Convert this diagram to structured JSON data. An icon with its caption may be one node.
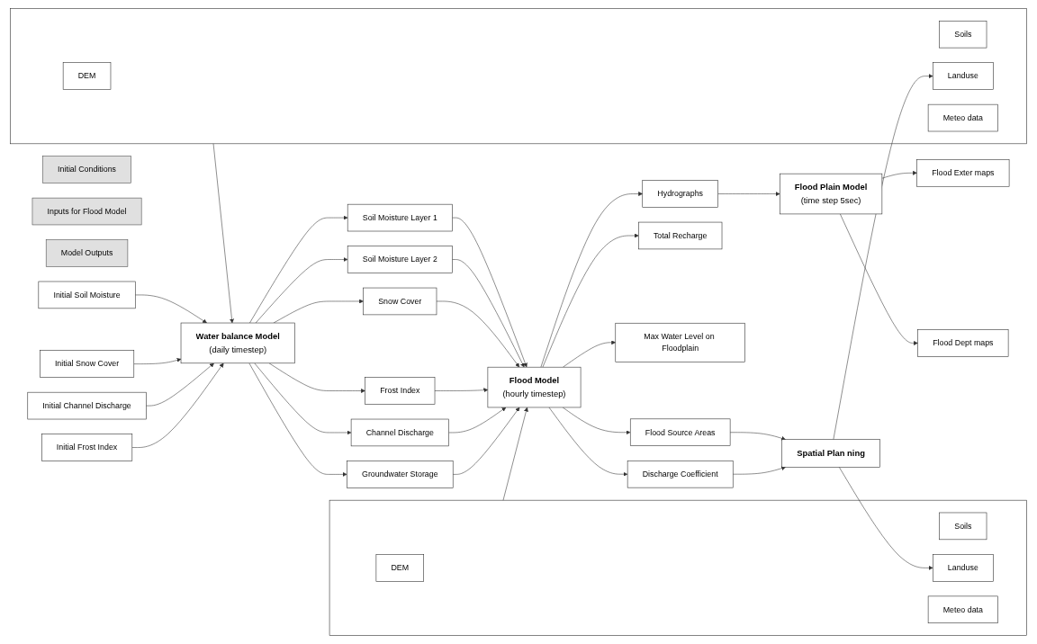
{
  "diagram": {
    "nodes": [
      {
        "text": [
          "Initial Conditions"
        ]
      },
      {
        "text": [
          "Inputs for Flood Model"
        ]
      },
      {
        "text": [
          "Model Outputs"
        ]
      },
      {
        "text": [
          "Initial Soil Moisture"
        ]
      },
      {
        "text": [
          "Initial Snow Cover"
        ]
      },
      {
        "text": [
          "Initial Channel Discharge"
        ]
      },
      {
        "text": [
          "Initial Frost Index"
        ]
      },
      {
        "text": [
          "Water balance Model",
          "(daily timestep)"
        ]
      },
      {
        "text": [],
        "shape": "box"
      },
      {
        "text": [
          "DEM"
        ],
        "in": 8
      },
      {
        "text": [
          "Soils"
        ],
        "in": 8
      },
      {
        "text": [
          "Landuse"
        ],
        "in": 8
      },
      {
        "text": [
          "Meteo data"
        ],
        "in": 8
      },
      {
        "text": [
          "Soil Moisture Layer 1"
        ]
      },
      {
        "text": [
          "Soil Moisture Layer 2"
        ]
      },
      {
        "text": [
          "Snow Cover"
        ]
      },
      {
        "text": [
          "Frost Index"
        ]
      },
      {
        "text": [
          "Channel Discharge"
        ]
      },
      {
        "text": [
          "Groundwater Storage"
        ]
      },
      {
        "text": [
          "Flood Model",
          "(hourly timestep)"
        ]
      },
      {
        "text": [],
        "shape": "box"
      },
      {
        "text": [
          "DEM"
        ],
        "in": 20
      },
      {
        "text": [
          "Soils"
        ],
        "in": 20
      },
      {
        "text": [
          "Landuse"
        ],
        "in": 20
      },
      {
        "text": [
          "Meteo data"
        ],
        "in": 20
      },
      {
        "text": [
          "Hydrographs"
        ]
      },
      {
        "text": [
          "Total Recharge"
        ]
      },
      {
        "text": [
          "Max Water Level on Floodplain"
        ]
      },
      {
        "text": [
          "Flood Source Areas"
        ]
      },
      {
        "text": [
          "Discharge Coefficient"
        ]
      },
      {
        "text": [
          "Flood Plain Model",
          "(time step 5sec)"
        ]
      },
      {
        "text": [
          "Spatial Plan ning"
        ]
      },
      {
        "text": [
          "Flood Exter maps"
        ]
      },
      {
        "text": [
          "Flood Dept maps"
        ]
      }
    ],
    "edges": [
      {
        "from": 3,
        "to": 7,
        "arrow": "to"
      },
      {
        "from": 4,
        "to": 7,
        "arrow": "to"
      },
      {
        "from": 5,
        "to": 7,
        "arrow": "to"
      },
      {
        "from": 6,
        "to": 7,
        "arrow": "to"
      },
      {
        "from": 8,
        "to": 7,
        "arrow": "to"
      },
      {
        "from": 7,
        "to": 13,
        "arrow": "to"
      },
      {
        "from": 7,
        "to": 14,
        "arrow": "to"
      },
      {
        "from": 7,
        "to": 15,
        "arrow": "to"
      },
      {
        "from": 7,
        "to": 16,
        "arrow": "to"
      },
      {
        "from": 7,
        "to": 17,
        "arrow": "to"
      },
      {
        "from": 7,
        "to": 18,
        "arrow": "to"
      },
      {
        "from": 13,
        "to": 19,
        "arrow": "to"
      },
      {
        "from": 14,
        "to": 19,
        "arrow": "to"
      },
      {
        "from": 15,
        "to": 19,
        "arrow": "to"
      },
      {
        "from": 16,
        "to": 19,
        "arrow": "to"
      },
      {
        "from": 17,
        "to": 19,
        "arrow": "to"
      },
      {
        "from": 18,
        "to": 19,
        "arrow": "to"
      },
      {
        "from": 20,
        "to": 19,
        "arrow": "to"
      },
      {
        "from": 19,
        "to": 25,
        "arrow": "to"
      },
      {
        "from": 19,
        "to": 26,
        "arrow": "to"
      },
      {
        "from": 19,
        "to": 27,
        "arrow": "to"
      },
      {
        "from": 19,
        "to": 28,
        "arrow": "to"
      },
      {
        "from": 19,
        "to": 29,
        "arrow": "to"
      },
      {
        "from": 25,
        "to": 30,
        "arrow": "to"
      },
      {
        "from": 28,
        "to": 31,
        "arrow": "to"
      },
      {
        "from": 29,
        "to": 31,
        "arrow": "to"
      },
      {
        "from": 30,
        "to": 32,
        "arrow": "to"
      },
      {
        "from": 30,
        "to": 33,
        "arrow": "to"
      },
      {
        "from": 31,
        "to": 11,
        "arrow": "to"
      },
      {
        "from": 31,
        "to": 23,
        "arrow": "to"
      }
    ]
  }
}
